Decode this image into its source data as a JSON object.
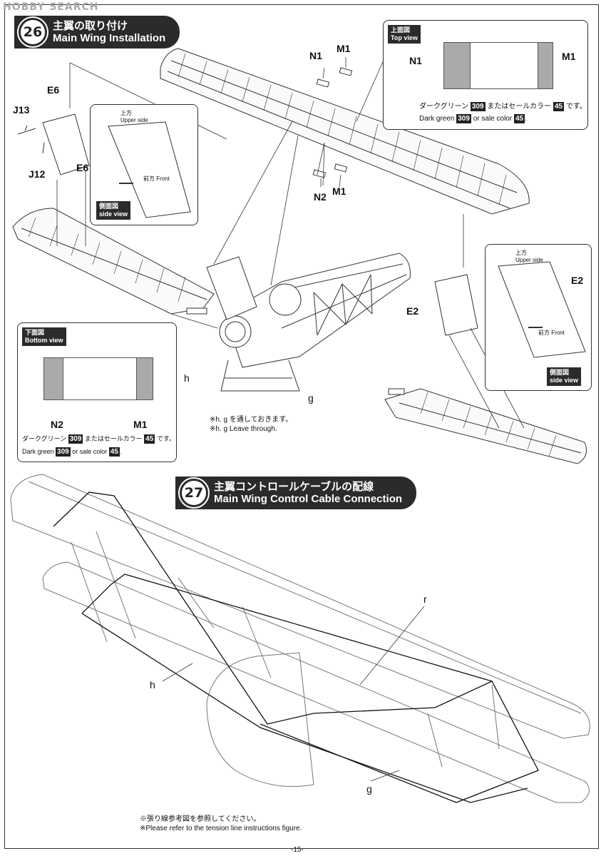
{
  "watermark": "HOBBY SEARCH",
  "step26": {
    "number": "26",
    "title_jp": "主翼の取り付け",
    "title_en": "Main Wing Installation",
    "top_view": {
      "tag_jp": "上面図",
      "tag_en": "Top view",
      "left_label": "N1",
      "right_label": "M1",
      "note_jp": [
        "ダークグリーン",
        "309",
        "またはセールカラー",
        "45",
        "です。"
      ],
      "note_en": [
        "Dark green",
        "309",
        "or sale color",
        "45",
        "."
      ]
    },
    "bottom_view": {
      "tag_jp": "下面図",
      "tag_en": "Bottom view",
      "left_label": "N2",
      "right_label": "M1",
      "note_jp": [
        "ダークグリーン",
        "309",
        "またはセールカラー",
        "45",
        "です。"
      ],
      "note_en": [
        "Dark green",
        "309",
        "or sale color",
        "45",
        "."
      ]
    },
    "side_view_left": {
      "upper": "上方",
      "upper_en": "Upper side",
      "front": "前方",
      "front_en": "Front",
      "part": "E6",
      "tag_jp": "側面図",
      "tag_en": "side view"
    },
    "side_view_right": {
      "upper": "上方",
      "upper_en": "Upper side",
      "front": "前方",
      "front_en": "Front",
      "part": "E2",
      "tag_jp": "側面図",
      "tag_en": "side view"
    },
    "part_labels": {
      "n1": "N1",
      "m1_top": "M1",
      "n2": "N2",
      "m1_mid": "M1",
      "e6": "E6",
      "j13": "J13",
      "j12": "J12",
      "e2": "E2",
      "h": "h",
      "g": "g"
    },
    "note_jp": "※h. g を通しておきます。",
    "note_en": "※h. g  Leave through."
  },
  "step27": {
    "number": "27",
    "title_jp": "主翼コントロールケーブルの配線",
    "title_en": "Main Wing Control Cable Connection",
    "labels": {
      "r": "r",
      "h": "h",
      "g": "g"
    },
    "note_jp": "※張り線参考図を参照してください。",
    "note_en": "※Please refer to the tension line instructions figure."
  },
  "page_number": "-15-"
}
